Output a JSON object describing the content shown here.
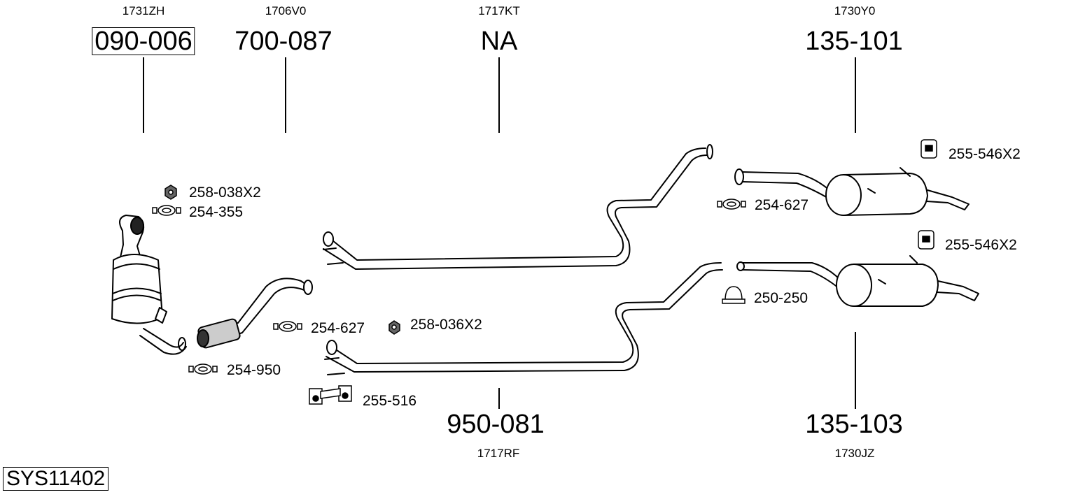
{
  "diagram": {
    "system_id": "SYS11402",
    "parts_top": [
      {
        "oem_code": "1731ZH",
        "part_number": "090-006",
        "boxed": true
      },
      {
        "oem_code": "1706V0",
        "part_number": "700-087",
        "boxed": false
      },
      {
        "oem_code": "1717KT",
        "part_number": "NA",
        "boxed": false
      },
      {
        "oem_code": "1730Y0",
        "part_number": "135-101",
        "boxed": false
      }
    ],
    "parts_bottom": [
      {
        "oem_code": "1717RF",
        "part_number": "950-081"
      },
      {
        "oem_code": "1730JZ",
        "part_number": "135-103"
      }
    ],
    "accessories": [
      {
        "label": "258-038X2",
        "icon": "nut-icon"
      },
      {
        "label": "254-355",
        "icon": "clamp-icon"
      },
      {
        "label": "254-627",
        "icon": "clamp-icon"
      },
      {
        "label": "258-036X2",
        "icon": "nut-icon"
      },
      {
        "label": "254-950",
        "icon": "clamp-icon"
      },
      {
        "label": "255-516",
        "icon": "rubber-mount-icon"
      },
      {
        "label": "255-546X2",
        "icon": "rubber-hanger-icon"
      },
      {
        "label": "254-627",
        "icon": "clamp-icon"
      },
      {
        "label": "255-546X2",
        "icon": "rubber-hanger-icon"
      },
      {
        "label": "250-250",
        "icon": "u-clamp-icon"
      }
    ]
  }
}
